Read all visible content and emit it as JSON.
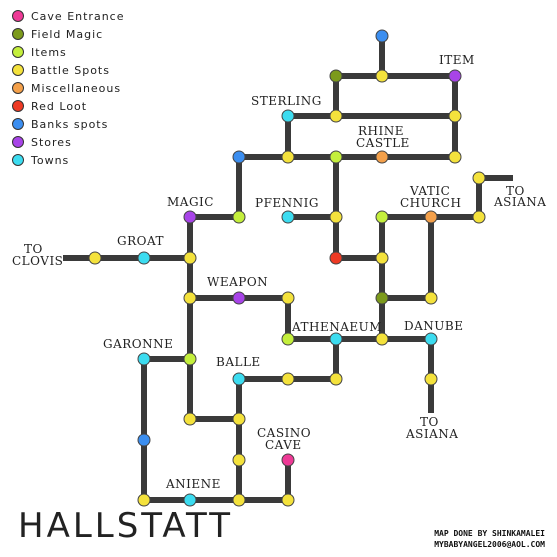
{
  "legend": [
    {
      "label": "Cave Entrance",
      "color": "#ee3a96"
    },
    {
      "label": "Field Magic",
      "color": "#7c9a1c"
    },
    {
      "label": "Items",
      "color": "#c4ef3c"
    },
    {
      "label": "Battle Spots",
      "color": "#f4e23c"
    },
    {
      "label": "Miscellaneous",
      "color": "#f4a04a"
    },
    {
      "label": "Red Loot",
      "color": "#ee3a24"
    },
    {
      "label": "Banks spots",
      "color": "#3b8ef0"
    },
    {
      "label": "Stores",
      "color": "#a844e8"
    },
    {
      "label": "Towns",
      "color": "#3cdcf0"
    }
  ],
  "map_title": "HALLSTATT",
  "credit": {
    "line1": "MAP DONE BY SHINKAMALEI",
    "line2": "MYBABYANGEL2006@AOL.COM"
  },
  "labels": [
    {
      "id": "sterling",
      "text": "STERLING"
    },
    {
      "id": "item",
      "text": "ITEM"
    },
    {
      "id": "rhine1",
      "text": "RHINE"
    },
    {
      "id": "rhine2",
      "text": "CASTLE"
    },
    {
      "id": "magic",
      "text": "MAGIC"
    },
    {
      "id": "pfennig",
      "text": "PFENNIG"
    },
    {
      "id": "vatic1",
      "text": "VATIC"
    },
    {
      "id": "vatic2",
      "text": "CHURCH"
    },
    {
      "id": "toasiana_e1",
      "text": "TO"
    },
    {
      "id": "toasiana_e2",
      "text": "ASIANA"
    },
    {
      "id": "toclovis1",
      "text": "TO"
    },
    {
      "id": "toclovis2",
      "text": "CLOVIS"
    },
    {
      "id": "groat",
      "text": "GROAT"
    },
    {
      "id": "weapon",
      "text": "WEAPON"
    },
    {
      "id": "athenaeum",
      "text": "ATHENAEUM"
    },
    {
      "id": "danube",
      "text": "DANUBE"
    },
    {
      "id": "garonne",
      "text": "GARONNE"
    },
    {
      "id": "balle",
      "text": "BALLE"
    },
    {
      "id": "toasiana_s1",
      "text": "TO"
    },
    {
      "id": "toasiana_s2",
      "text": "ASIANA"
    },
    {
      "id": "casino1",
      "text": "CASINO"
    },
    {
      "id": "casino2",
      "text": "CAVE"
    },
    {
      "id": "aniene",
      "text": "ANIENE"
    }
  ],
  "nodes": [
    {
      "id": "n1",
      "type": "bank"
    },
    {
      "id": "n2",
      "type": "field_magic"
    },
    {
      "id": "n3",
      "type": "battle"
    },
    {
      "id": "n4",
      "type": "store"
    },
    {
      "id": "n5",
      "type": "town"
    },
    {
      "id": "n6",
      "type": "battle"
    },
    {
      "id": "n7",
      "type": "battle"
    },
    {
      "id": "n8",
      "type": "bank"
    },
    {
      "id": "n9",
      "type": "battle"
    },
    {
      "id": "n10",
      "type": "items"
    },
    {
      "id": "n11",
      "type": "misc"
    },
    {
      "id": "n12",
      "type": "battle"
    },
    {
      "id": "n13",
      "type": "battle"
    },
    {
      "id": "n14",
      "type": "store"
    },
    {
      "id": "n15",
      "type": "items"
    },
    {
      "id": "n16",
      "type": "town"
    },
    {
      "id": "n17",
      "type": "battle"
    },
    {
      "id": "n18",
      "type": "items"
    },
    {
      "id": "n19",
      "type": "misc"
    },
    {
      "id": "n20",
      "type": "battle"
    },
    {
      "id": "n21",
      "type": "battle"
    },
    {
      "id": "n22",
      "type": "town"
    },
    {
      "id": "n23",
      "type": "battle"
    },
    {
      "id": "n24",
      "type": "red_loot"
    },
    {
      "id": "n25",
      "type": "battle"
    },
    {
      "id": "n26",
      "type": "battle"
    },
    {
      "id": "n27",
      "type": "store"
    },
    {
      "id": "n28",
      "type": "battle"
    },
    {
      "id": "n29",
      "type": "field_magic"
    },
    {
      "id": "n30",
      "type": "battle"
    },
    {
      "id": "n31",
      "type": "items"
    },
    {
      "id": "n32",
      "type": "town"
    },
    {
      "id": "n33",
      "type": "battle"
    },
    {
      "id": "n34",
      "type": "town"
    },
    {
      "id": "n35",
      "type": "town"
    },
    {
      "id": "n36",
      "type": "items"
    },
    {
      "id": "n37",
      "type": "town"
    },
    {
      "id": "n38",
      "type": "battle"
    },
    {
      "id": "n39",
      "type": "battle"
    },
    {
      "id": "n40",
      "type": "battle"
    },
    {
      "id": "n41",
      "type": "battle"
    },
    {
      "id": "n42",
      "type": "bank"
    },
    {
      "id": "n43",
      "type": "battle"
    },
    {
      "id": "n44",
      "type": "cave"
    },
    {
      "id": "n45",
      "type": "battle"
    },
    {
      "id": "n46",
      "type": "town"
    },
    {
      "id": "n47",
      "type": "battle"
    },
    {
      "id": "n48",
      "type": "battle"
    }
  ],
  "colors": {
    "cave": "#ee3a96",
    "field_magic": "#7c9a1c",
    "items": "#c4ef3c",
    "battle": "#f4e23c",
    "misc": "#f4a04a",
    "red_loot": "#ee3a24",
    "bank": "#3b8ef0",
    "store": "#a844e8",
    "town": "#3cdcf0",
    "road": "#3a3a3a"
  }
}
